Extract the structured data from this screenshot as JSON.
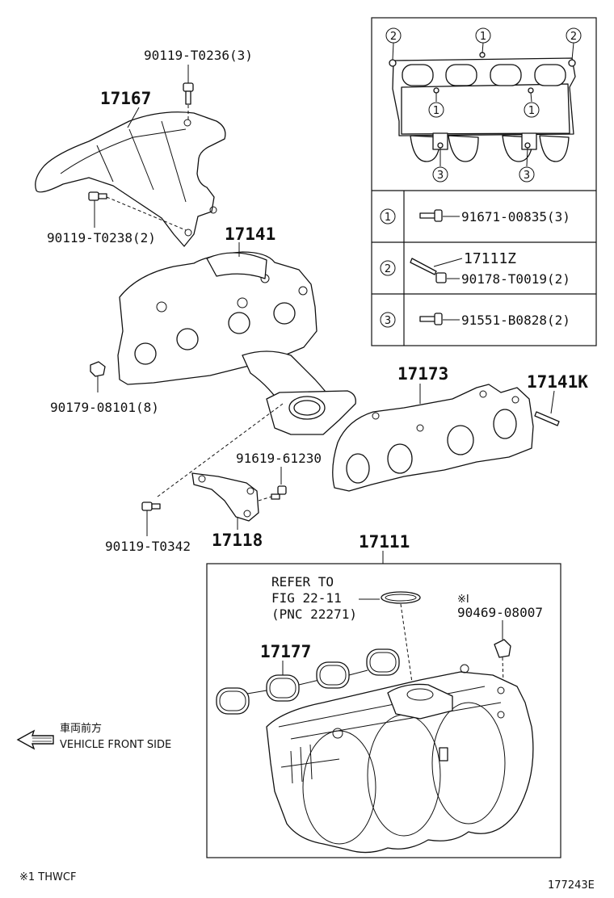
{
  "labels": {
    "p17167": "17167",
    "p90119_t0236": "90119-T0236(3)",
    "p90119_t0238": "90119-T0238(2)",
    "p17141": "17141",
    "p90179_08101": "90179-08101(8)",
    "p17173": "17173",
    "p17141k": "17141K",
    "p91619_61230": "91619-61230",
    "p90119_t0342": "90119-T0342",
    "p17118": "17118",
    "p17111": "17111",
    "refer_to": "REFER TO",
    "refer_fig": "FIG 22-11",
    "refer_pnc": "(PNC 22271)",
    "note_mark": "※I",
    "p90469_08007": "90469-08007",
    "p17177": "17177"
  },
  "legend": {
    "rows": [
      {
        "num": "1",
        "parts": [
          "91671-00835(3)"
        ]
      },
      {
        "num": "2",
        "parts": [
          "17111Z",
          "90178-T0019(2)"
        ]
      },
      {
        "num": "3",
        "parts": [
          "91551-B0828(2)"
        ]
      }
    ],
    "callouts": [
      "2",
      "1",
      "2",
      "1",
      "1",
      "3",
      "3"
    ]
  },
  "direction": {
    "jp": "車両前方",
    "en": "VEHICLE FRONT SIDE"
  },
  "footnote": "※1 THWCF",
  "figure_id": "177243E"
}
